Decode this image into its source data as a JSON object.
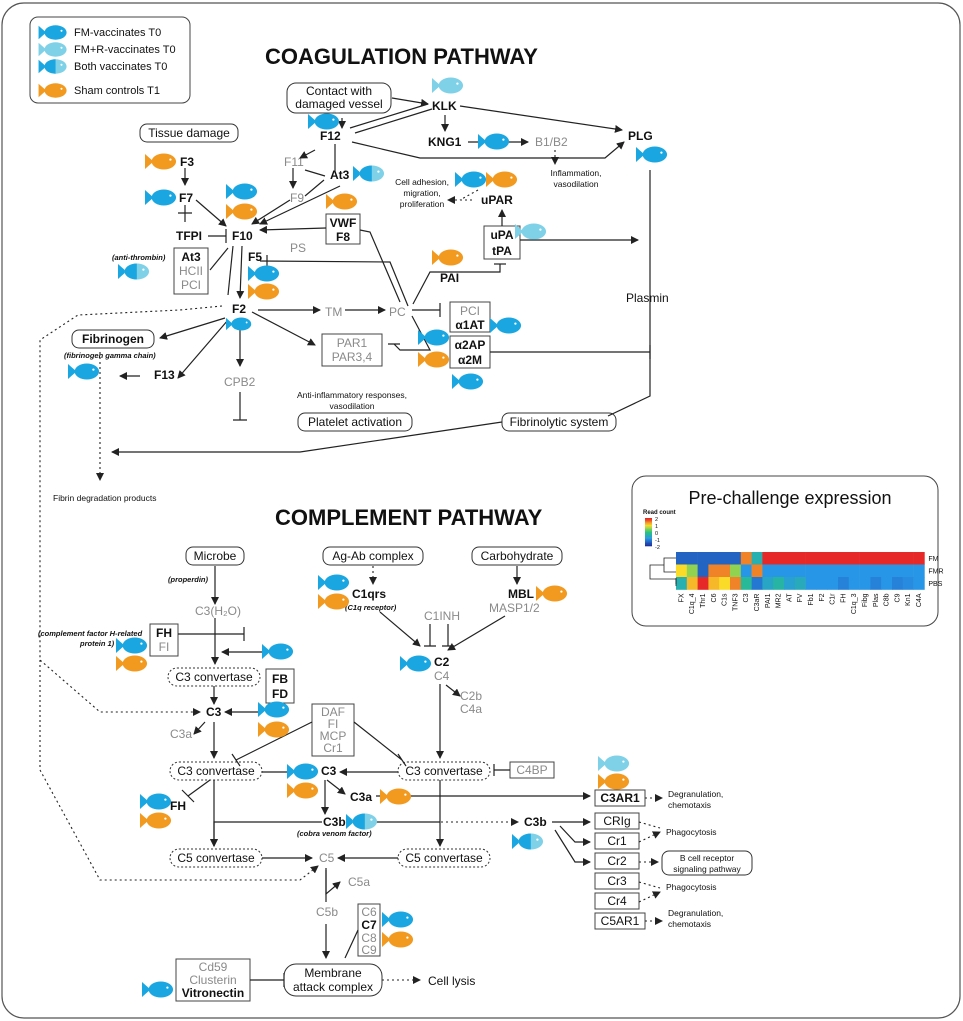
{
  "legend": {
    "items": [
      {
        "label": "FM-vaccinates T0",
        "type": "fm"
      },
      {
        "label": "FM+R-vaccinates T0",
        "type": "fmr"
      },
      {
        "label": "Both vaccinates T0",
        "type": "both"
      },
      {
        "label": "Sham controls T1",
        "type": "sham"
      }
    ]
  },
  "colors": {
    "fm": "#1aa6e0",
    "fmr": "#7fd1e8",
    "sham": "#f29a1f"
  },
  "coag": {
    "title": "COAGULATION PATHWAY",
    "contact": [
      "Contact with",
      "damaged vessel"
    ],
    "tissue_damage": "Tissue damage",
    "klk": "KLK",
    "kng1": "KNG1",
    "b1b2": "B1/B2",
    "inflam": [
      "Inflammation,",
      "vasodilation"
    ],
    "plg": "PLG",
    "f12": "F12",
    "f11": "F11",
    "at3": "At3",
    "f9": "F9",
    "f3": "F3",
    "f7": "F7",
    "tfpi": "TFPI",
    "f10": "F10",
    "vwf": "VWF",
    "f8": "F8",
    "f5": "F5",
    "ps": "PS",
    "upar": "uPAR",
    "cell_adh": [
      "Cell adhesion,",
      "migration,",
      "proliferation"
    ],
    "upa": "uPA",
    "tpa": "tPA",
    "pai": "PAI",
    "plasmin": "Plasmin",
    "anti_thrombin": "(anti-thrombin)",
    "at3b": "At3",
    "hcii": "HCII",
    "pci": "PCI",
    "f2": "F2",
    "tm": "TM",
    "pc": "PC",
    "pci2": "PCI",
    "a1at": "α1AT",
    "a2ap": "α2AP",
    "a2m": "α2M",
    "fibrinogen": "Fibrinogen",
    "fib_gamma": "(fibrinogen gamma chain)",
    "f13": "F13",
    "cpb2": "CPB2",
    "par1": "PAR1",
    "par34": "PAR3,4",
    "antiinfl": [
      "Anti-inflammatory responses,",
      "vasodilation"
    ],
    "platelet": "Platelet activation",
    "fibrinolytic": "Fibrinolytic system",
    "fdp": "Fibrin degradation products"
  },
  "comp": {
    "title": "COMPLEMENT PATHWAY",
    "microbe": "Microbe",
    "properdin": "(properdin)",
    "c3h2o": "C3(H₂O)",
    "agab": "Ag-Ab complex",
    "carb": "Carbohydrate",
    "c1qrs": "C1qrs",
    "c1q_receptor": "(C1q receptor)",
    "mbl": "MBL",
    "masp": "MASP1/2",
    "c1inh": "C1INH",
    "cfh_related": [
      "(complement factor H-related",
      "protein 1)"
    ],
    "fh": "FH",
    "fi": "FI",
    "c3conv": "C3 convertase",
    "fb": "FB",
    "fd": "FD",
    "c2": "C2",
    "c4": "C4",
    "c2b": "C2b",
    "c4a": "C4a",
    "c3": "C3",
    "c3a": "C3a",
    "daf": "DAF",
    "fi2": "FI",
    "mcp": "MCP",
    "cr1": "Cr1",
    "c4bp": "C4BP",
    "c3b": "C3b",
    "cobra": "(cobra venom factor)",
    "fh2": "FH",
    "c3ar1": "C3AR1",
    "degran": [
      "Degranulation,",
      "chemotaxis"
    ],
    "crig": "CRIg",
    "cr1b": "Cr1",
    "cr2": "Cr2",
    "cr3": "Cr3",
    "cr4": "Cr4",
    "c5ar1": "C5AR1",
    "phago": "Phagocytosis",
    "bcell": [
      "B cell receptor",
      "signaling pathway"
    ],
    "c5conv": "C5 convertase",
    "c5": "C5",
    "c5a": "C5a",
    "c5b": "C5b",
    "c6": "C6",
    "c7": "C7",
    "c8": "C8",
    "c9": "C9",
    "cd59": "Cd59",
    "clusterin": "Clusterin",
    "vitronectin": "Vitronectin",
    "mac": [
      "Membrane",
      "attack complex"
    ],
    "lysis": "Cell lysis"
  },
  "heatmap": {
    "title": "Pre-challenge expression",
    "scale_title": "Read count",
    "scale": [
      "2",
      "1",
      "0",
      "-1",
      "-2"
    ],
    "rows": [
      "FM",
      "FMR",
      "PBS"
    ],
    "cols": [
      "FX",
      "C1q_4",
      "Thr1",
      "C6",
      "C1s",
      "TNF3",
      "C3",
      "C3aR",
      "PAI1",
      "MR2",
      "AT",
      "FV",
      "Fb1",
      "F2",
      "C1r",
      "FH",
      "C1q_3",
      "Fibg",
      "Plas",
      "C8b",
      "C9",
      "Kn1",
      "C4A"
    ],
    "values": [
      [
        -1.5,
        -1.5,
        -1.5,
        -1.5,
        -1.5,
        -1.5,
        1.5,
        -0.5,
        2,
        2,
        2,
        2,
        2,
        2,
        2,
        2,
        2,
        2,
        2,
        2,
        2,
        2,
        2
      ],
      [
        1,
        0.5,
        -1.5,
        1.5,
        1.5,
        0.5,
        -1,
        1.5,
        -1,
        -1,
        -1,
        -1,
        -1,
        -1,
        -1,
        -1,
        -1,
        -1,
        -1,
        -1,
        -1,
        -1,
        -1
      ],
      [
        -0.5,
        1.2,
        2,
        1.2,
        1,
        1.5,
        -0.3,
        -1.3,
        -0.7,
        -0.4,
        -0.8,
        -0.6,
        -1,
        -1,
        -1,
        -1.2,
        -1,
        -1,
        -1.2,
        -1,
        -1.2,
        -1.1,
        -1
      ]
    ]
  }
}
